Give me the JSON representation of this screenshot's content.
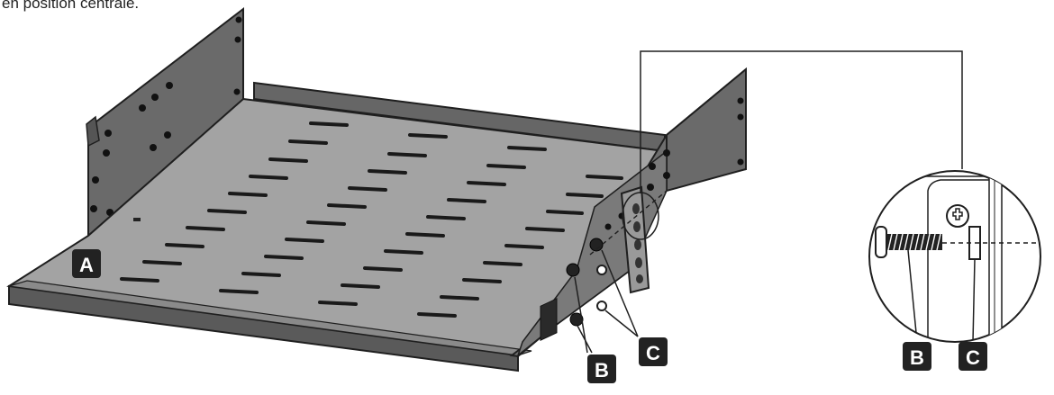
{
  "caption": "en position centrale.",
  "labels": {
    "a": "A",
    "b": "B",
    "c": "C"
  },
  "colors": {
    "ink": "#1f1f1f",
    "shelf_floor": "#a3a3a3",
    "shelf_dark": "#555555",
    "bracket": "#6e6e6e",
    "label_bg": "#222222",
    "label_text": "#ffffff"
  },
  "icons": [
    "screw-icon",
    "cage-nut-icon",
    "phillips-screw-head-icon"
  ]
}
